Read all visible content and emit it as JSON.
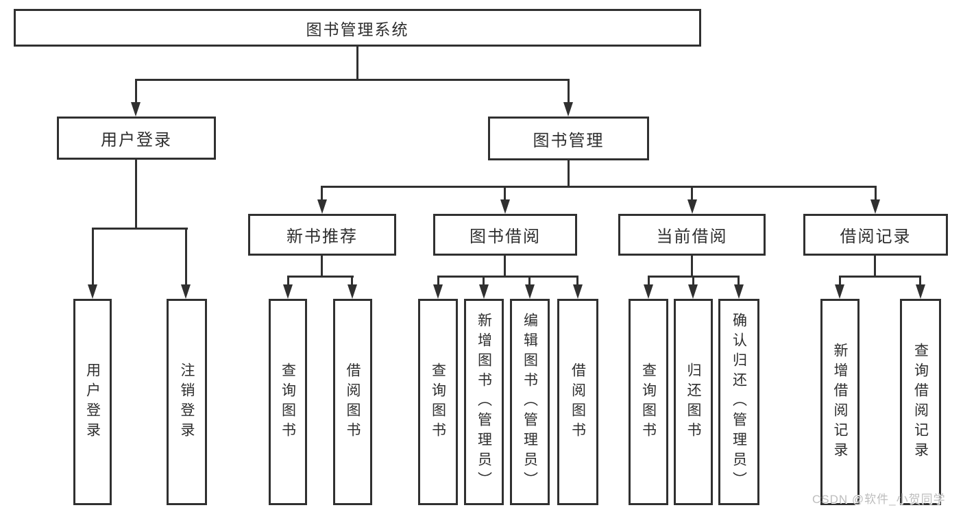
{
  "title": {
    "label": "图书管理系统"
  },
  "level2": [
    {
      "label": "用户登录"
    },
    {
      "label": "图书管理"
    }
  ],
  "level3": [
    {
      "label": "新书推荐"
    },
    {
      "label": "图书借阅"
    },
    {
      "label": "当前借阅"
    },
    {
      "label": "借阅记录"
    }
  ],
  "leaves": [
    {
      "label": "用户登录"
    },
    {
      "label": "注销登录"
    },
    {
      "label": "查询图书"
    },
    {
      "label": "借阅图书"
    },
    {
      "label": "查询图书"
    },
    {
      "label": "新增图书（管理员）"
    },
    {
      "label": "编辑图书（管理员）"
    },
    {
      "label": "借阅图书"
    },
    {
      "label": "查询图书"
    },
    {
      "label": "归还图书"
    },
    {
      "label": "确认归还（管理员）"
    },
    {
      "label": "新增借阅记录"
    },
    {
      "label": "查询借阅记录"
    }
  ],
  "watermark": {
    "text": "CSDN @软件_小贺同学"
  },
  "colors": {
    "line": "#303030",
    "text": "#2e2e2e",
    "watermark": "#bdbdbd",
    "bg": "#ffffff"
  }
}
